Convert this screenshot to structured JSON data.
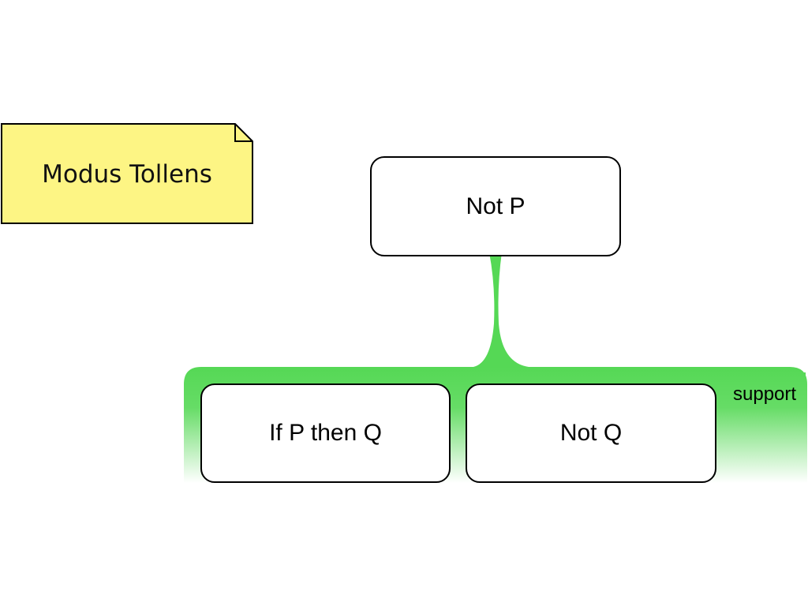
{
  "note": {
    "title": "Modus Tollens",
    "fill_color": "#fdf584"
  },
  "conclusion": {
    "label": "Not P"
  },
  "premises": [
    {
      "label": "If P then Q"
    },
    {
      "label": "Not Q"
    }
  ],
  "support": {
    "label": "support",
    "color": "#55d855"
  }
}
